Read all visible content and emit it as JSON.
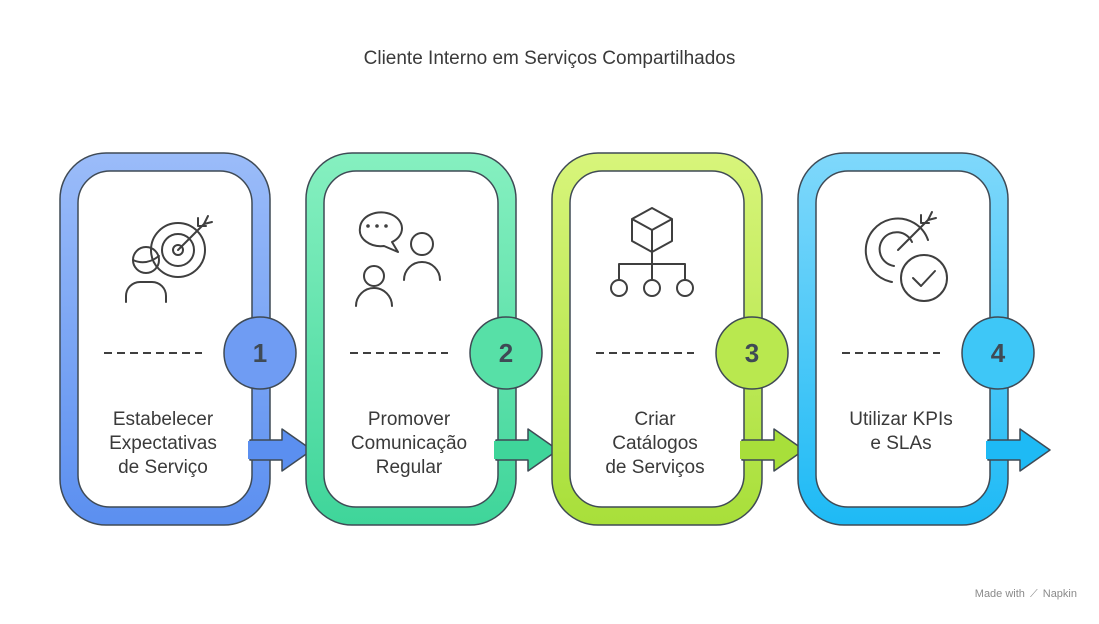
{
  "title": "Cliente Interno em Serviços Compartilhados",
  "steps": [
    {
      "number": "1",
      "lines": [
        "Estabelecer",
        "Expectativas",
        "de Serviço"
      ],
      "icon": "person-target-icon",
      "color_top": "#9bbcf9",
      "color_bottom": "#5b8ff0",
      "badge": "#6f9cf3"
    },
    {
      "number": "2",
      "lines": [
        "Promover",
        "Comunicação",
        "Regular"
      ],
      "icon": "people-chat-icon",
      "color_top": "#86f0c0",
      "color_bottom": "#3fd59a",
      "badge": "#57e0a7"
    },
    {
      "number": "3",
      "lines": [
        "Criar",
        "Catálogos",
        "de Serviços"
      ],
      "icon": "cube-hierarchy-icon",
      "color_top": "#d8f57b",
      "color_bottom": "#a8df3a",
      "badge": "#b9e84f"
    },
    {
      "number": "4",
      "lines": [
        "Utilizar KPIs",
        "e SLAs"
      ],
      "icon": "target-check-icon",
      "color_top": "#7fd8fb",
      "color_bottom": "#1ebaf5",
      "badge": "#3ec7f7"
    }
  ],
  "credit": {
    "made_with": "Made with",
    "brand": "Napkin"
  }
}
